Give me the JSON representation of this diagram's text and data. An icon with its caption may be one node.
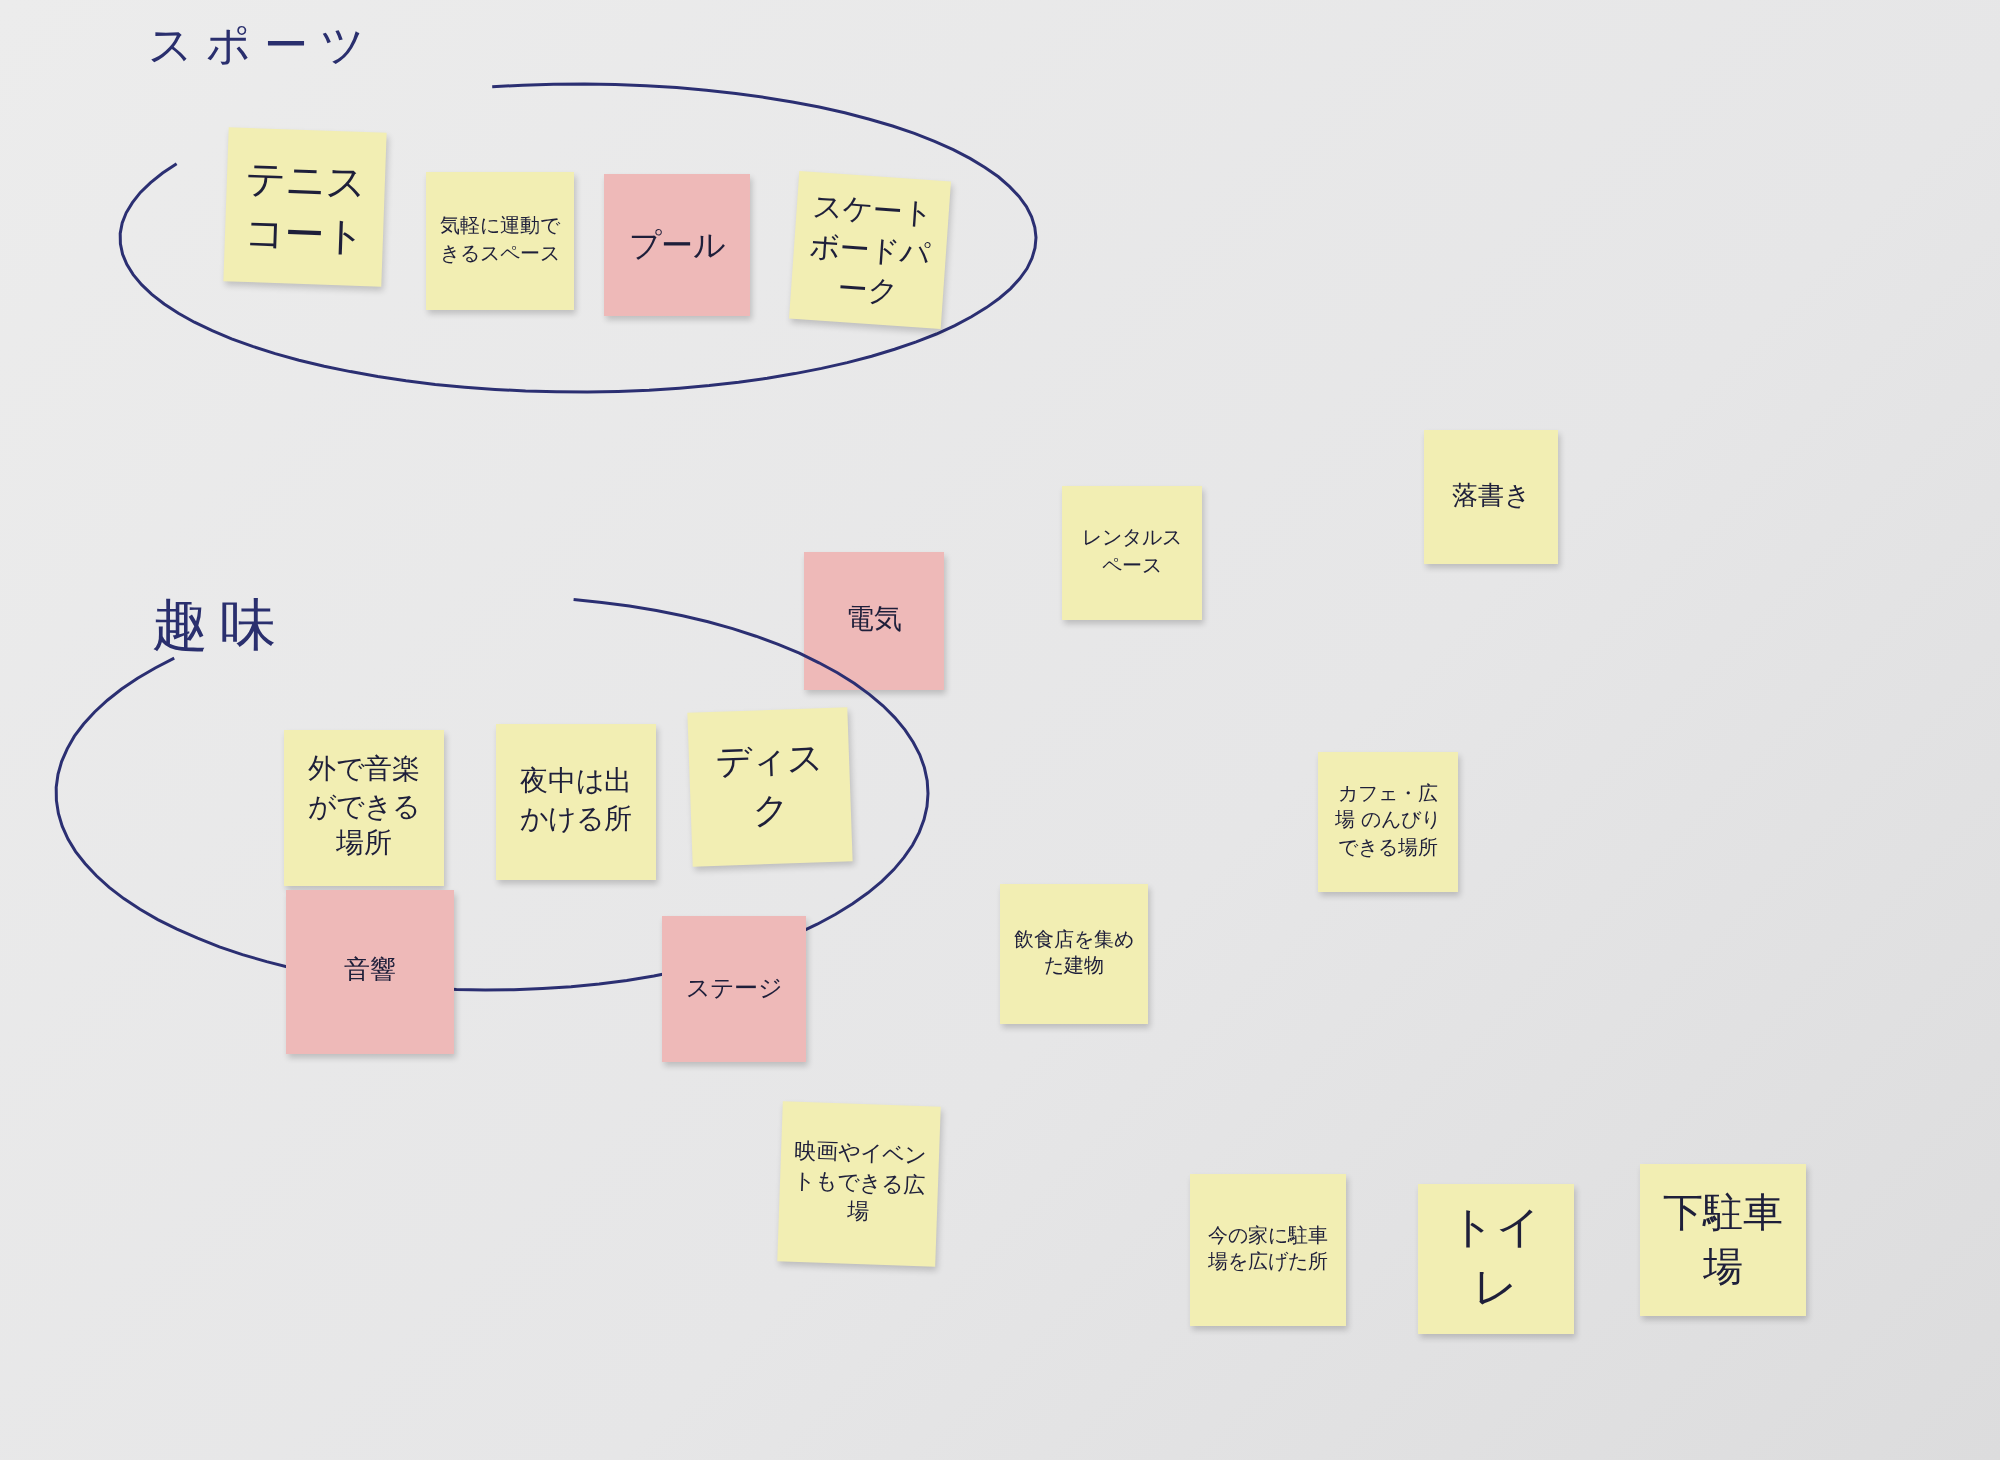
{
  "diagram": {
    "nodes": [
      {
        "text": [
          "スポーツ"
        ]
      },
      {
        "text": [
          "テニスコート"
        ],
        "in": 0
      },
      {
        "text": [
          "気軽に運動できるスペース"
        ],
        "in": 0
      },
      {
        "text": [
          "プール"
        ],
        "in": 0
      },
      {
        "text": [
          "スケートボードパーク"
        ],
        "in": 0
      },
      {
        "text": [
          "落書き"
        ]
      },
      {
        "text": [
          "レンタルスペース"
        ]
      },
      {
        "text": [
          "電気"
        ]
      },
      {
        "text": [
          "趣味"
        ]
      },
      {
        "text": [
          "外で音楽ができる場所"
        ],
        "in": 8
      },
      {
        "text": [
          "夜中は出かける所"
        ],
        "in": 8
      },
      {
        "text": [
          "ディスク"
        ],
        "in": 8
      },
      {
        "text": [
          "カフェ・広場 のんびりできる場所"
        ]
      },
      {
        "text": [
          "音響"
        ]
      },
      {
        "text": [
          "飲食店を集めた建物"
        ]
      },
      {
        "text": [
          "ステージ"
        ]
      },
      {
        "text": [
          "映画やイベントもできる広場"
        ]
      },
      {
        "text": [
          "下駐車場"
        ]
      },
      {
        "text": [
          "今の家に駐車場を広げた所"
        ]
      },
      {
        "text": [
          "トイレ"
        ]
      }
    ]
  }
}
